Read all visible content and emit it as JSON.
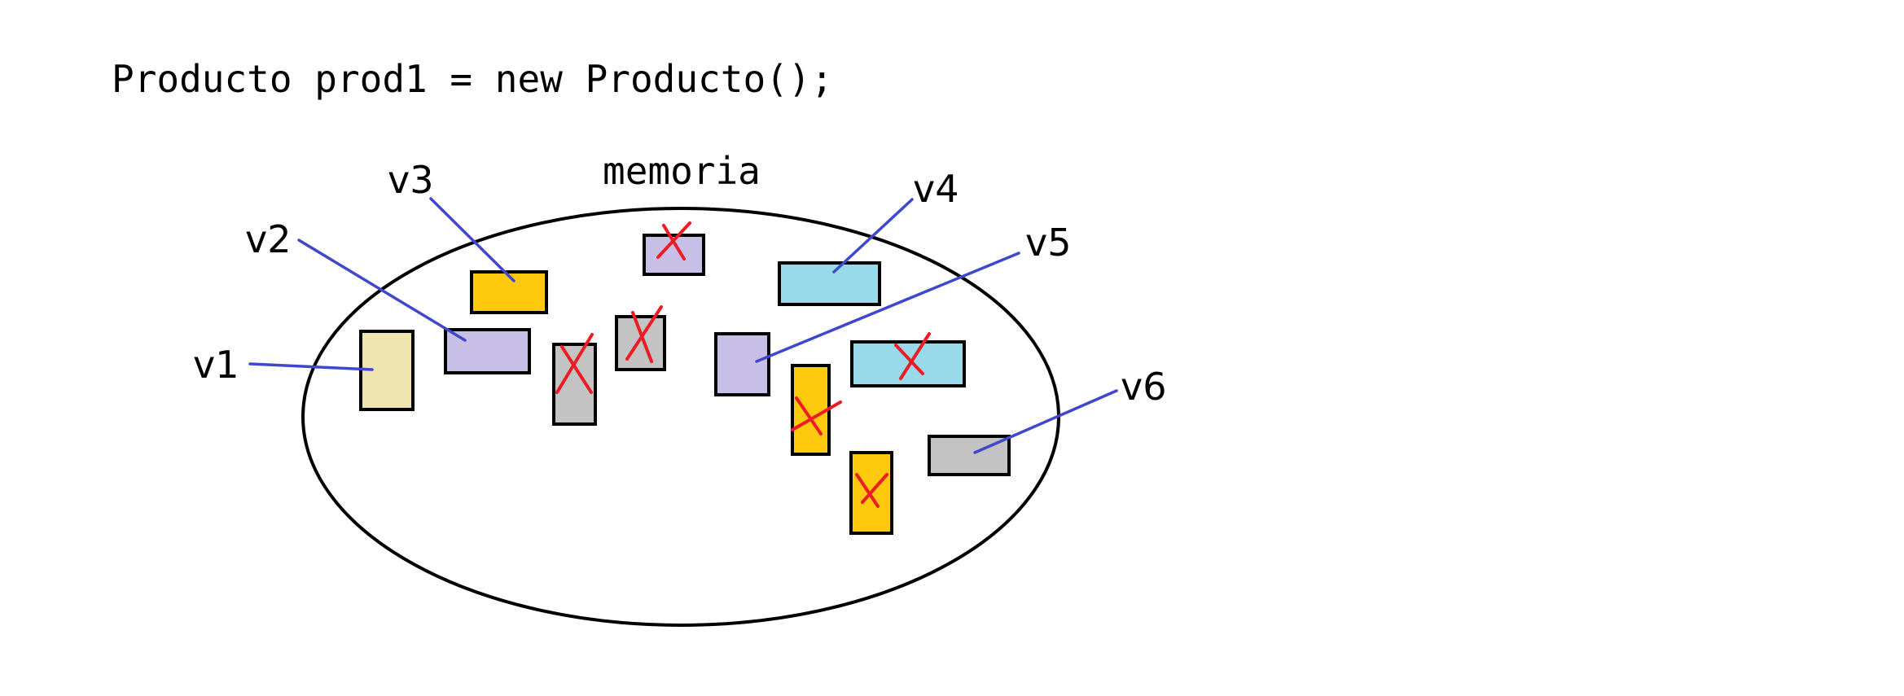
{
  "code_line": "Producto prod1 = new Producto();",
  "memory_label": "memoria",
  "variables": [
    "v1",
    "v2",
    "v3",
    "v4",
    "v5",
    "v6"
  ],
  "colors": {
    "ellipse_stroke": "#000000",
    "pointer_line": "#3f48cc",
    "cross": "#ed1c24",
    "beige": "#efe4b0",
    "lavender": "#c8bfe7",
    "yellow": "#ffc90e",
    "light_blue": "#99d9ea",
    "gray": "#c3c3c3"
  },
  "blocks": [
    {
      "id": "beige-1",
      "color": "beige",
      "crossed": false,
      "referenced_by": "v1"
    },
    {
      "id": "lavender-1",
      "color": "lavender",
      "crossed": false,
      "referenced_by": "v2"
    },
    {
      "id": "yellow-1",
      "color": "yellow",
      "crossed": false,
      "referenced_by": "v3"
    },
    {
      "id": "lavender-top",
      "color": "lavender",
      "crossed": true,
      "referenced_by": null
    },
    {
      "id": "blue-1",
      "color": "light_blue",
      "crossed": false,
      "referenced_by": "v4"
    },
    {
      "id": "gray-mid",
      "color": "gray",
      "crossed": true,
      "referenced_by": null
    },
    {
      "id": "gray-tall",
      "color": "gray",
      "crossed": true,
      "referenced_by": null
    },
    {
      "id": "lavender-2",
      "color": "lavender",
      "crossed": false,
      "referenced_by": "v5"
    },
    {
      "id": "yellow-tall-1",
      "color": "yellow",
      "crossed": true,
      "referenced_by": null
    },
    {
      "id": "blue-2",
      "color": "light_blue",
      "crossed": true,
      "referenced_by": null
    },
    {
      "id": "yellow-tall-2",
      "color": "yellow",
      "crossed": true,
      "referenced_by": null
    },
    {
      "id": "gray-1",
      "color": "gray",
      "crossed": false,
      "referenced_by": "v6"
    }
  ]
}
